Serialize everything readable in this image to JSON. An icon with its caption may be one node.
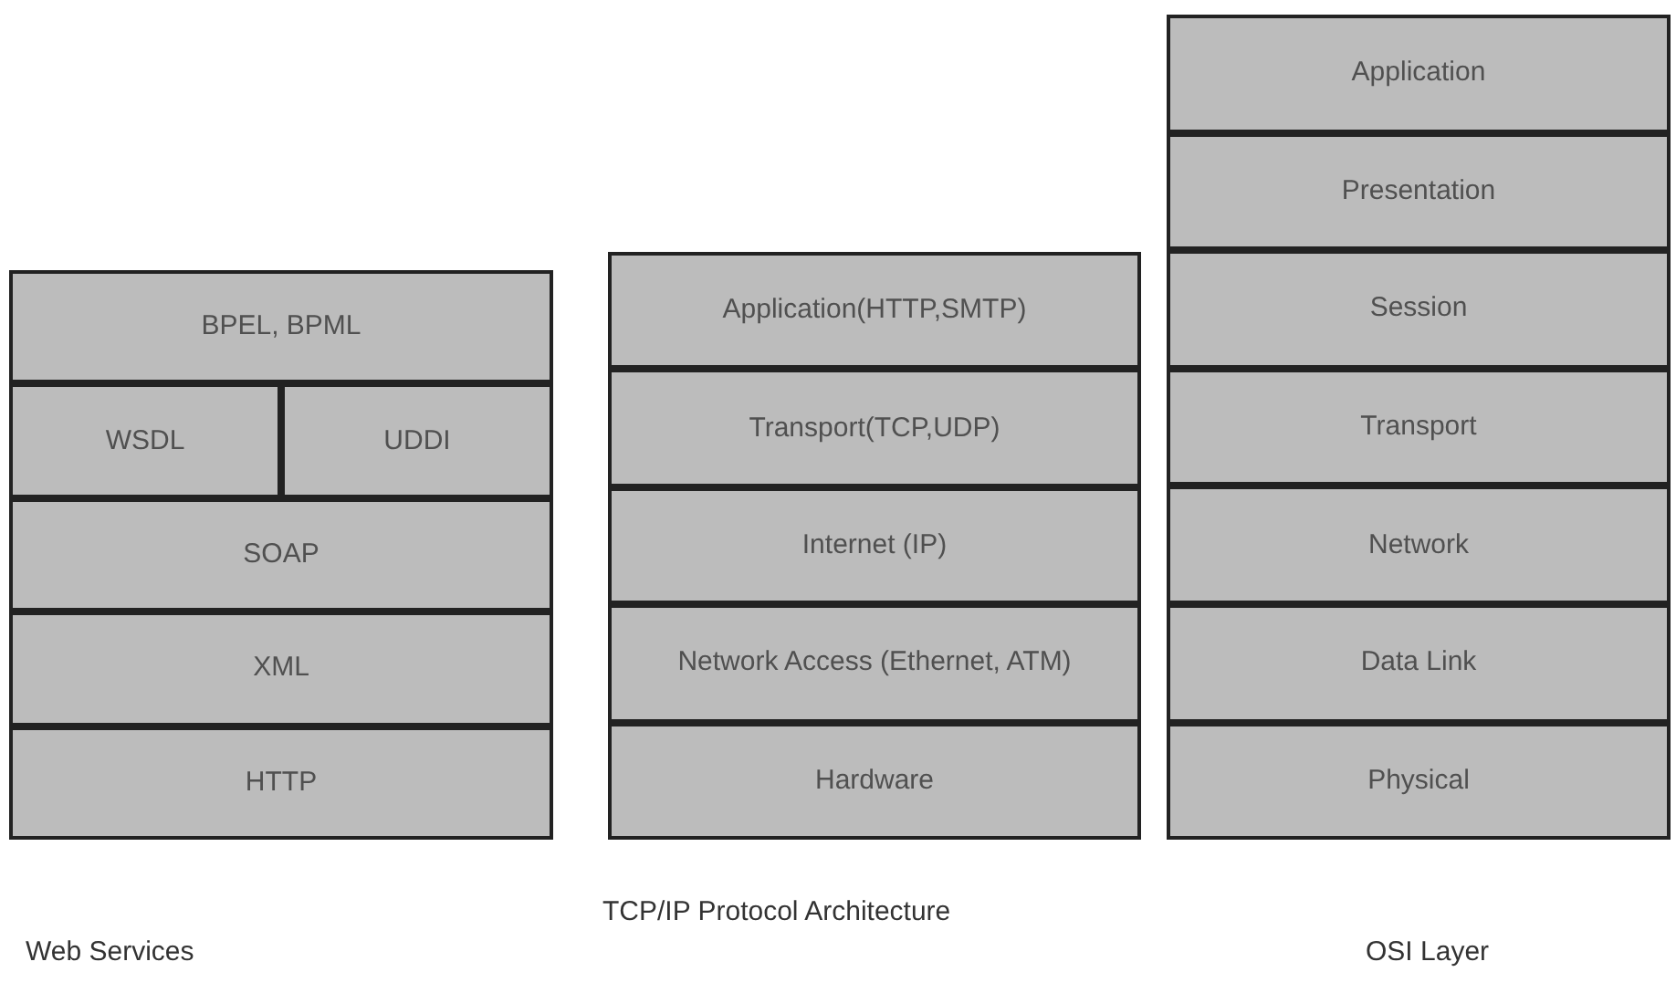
{
  "diagram": {
    "nodes": [
      {
        "text": [
          "BPEL, BPML"
        ]
      },
      {
        "text": [
          "WSDL"
        ]
      },
      {
        "text": [
          "UDDI"
        ]
      },
      {
        "text": [
          "SOAP"
        ]
      },
      {
        "text": [
          "XML"
        ]
      },
      {
        "text": [
          "HTTP"
        ]
      },
      {
        "text": [
          "Application(HTTP,SMTP)"
        ]
      },
      {
        "text": [
          "Transport(TCP,UDP)"
        ]
      },
      {
        "text": [
          "Internet (IP)"
        ]
      },
      {
        "text": [
          "Network Access (Ethernet, ATM)"
        ]
      },
      {
        "text": [
          "Hardware"
        ]
      },
      {
        "text": [
          "Application"
        ]
      },
      {
        "text": [
          "Presentation"
        ]
      },
      {
        "text": [
          "Session"
        ]
      },
      {
        "text": [
          "Transport"
        ]
      },
      {
        "text": [
          "Network"
        ]
      },
      {
        "text": [
          "Data Link"
        ]
      },
      {
        "text": [
          "Physical"
        ]
      }
    ],
    "labels": [
      "Web Services",
      "TCP/IP Protocol Architecture",
      "OSI Layer"
    ]
  }
}
